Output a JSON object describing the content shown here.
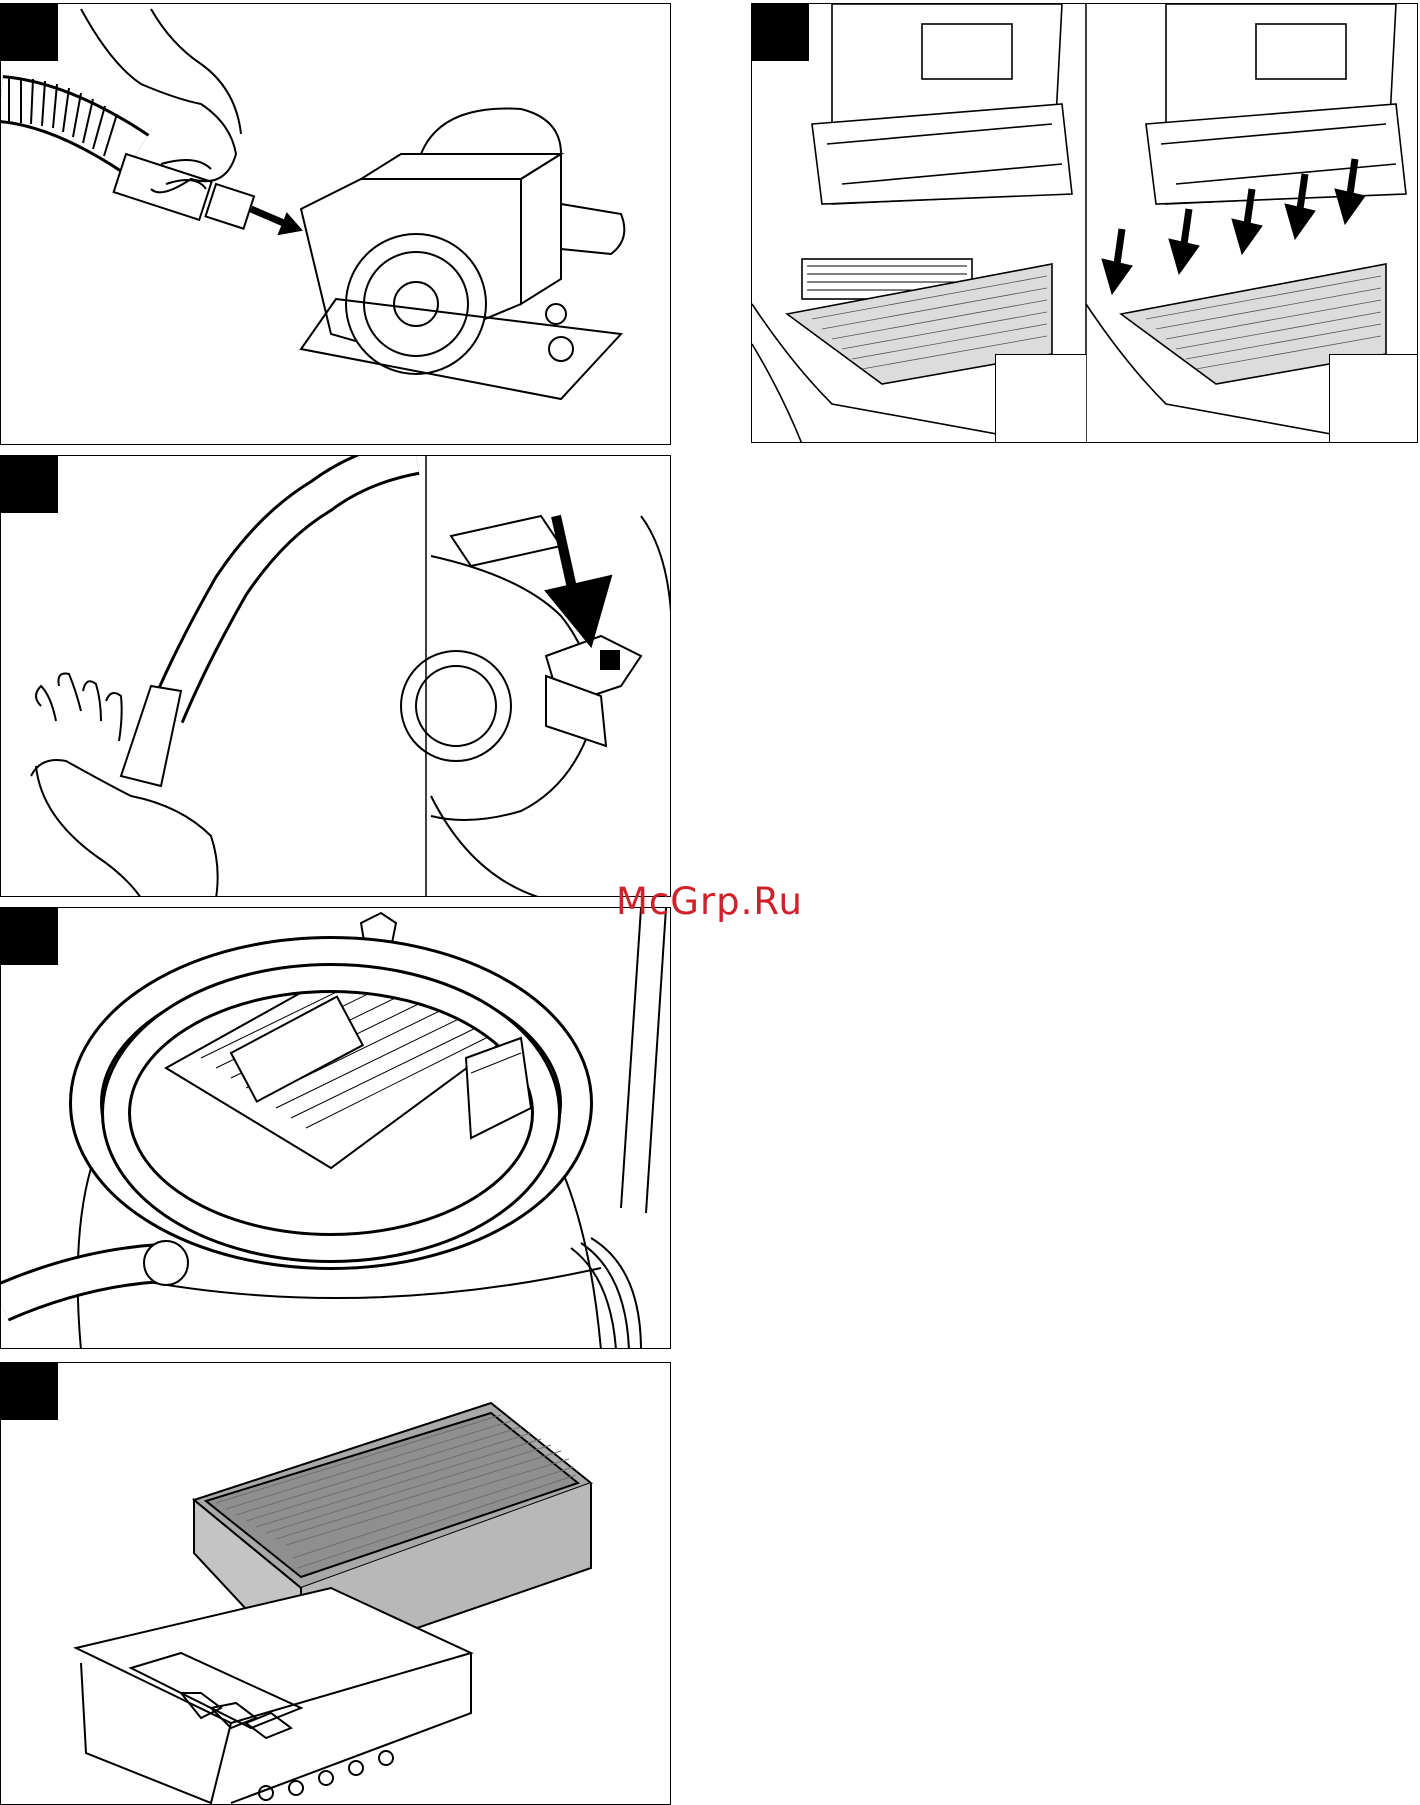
{
  "watermark": {
    "text": "McGrp.Ru",
    "color": "#d0202a"
  },
  "figures": [
    {
      "id": "fig-1",
      "depicts": "hose-connected-to-power-tool"
    },
    {
      "id": "fig-2",
      "depicts": "suction-test-and-filter-button"
    },
    {
      "id": "fig-3",
      "depicts": "hose-wrapped-around-vacuum"
    },
    {
      "id": "fig-4",
      "depicts": "flat-filter-insertion"
    },
    {
      "id": "fig-5",
      "depicts": "filter-seating-under-lid"
    }
  ],
  "icons": [
    "hand-icon",
    "arrow-down-icon",
    "arrow-right-icon"
  ]
}
